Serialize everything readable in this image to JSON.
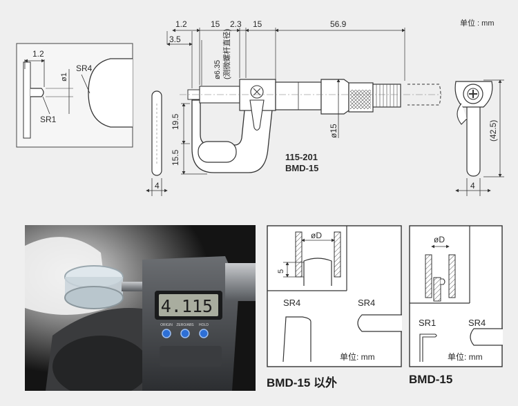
{
  "unit_label": "单位 : mm",
  "top_drawing": {
    "model": "115-201",
    "code": "BMD-15",
    "dims": {
      "d1_2": "1.2",
      "d15_a": "15",
      "d2_3": "2.3",
      "d15_b": "15",
      "d56_9": "56.9",
      "d3_5": "3.5",
      "d6_35": "ø6.35",
      "spindle_note": "(测微螺杆直径)",
      "d19_5": "19.5",
      "d15_5": "15.5",
      "d4_left": "4",
      "d15_dia": "ø15",
      "d42_5": "(42.5)",
      "d4_right": "4"
    },
    "detail": {
      "d1_2": "1.2",
      "d1": "ø1",
      "sr4": "SR4",
      "sr1": "SR1"
    }
  },
  "photo": {
    "display_value": "4.115",
    "button_origin": "ORIGIN",
    "button_zero": "ZERO/ABS",
    "button_hold": "HOLD"
  },
  "panel_other": {
    "od_label": "øD",
    "five_label": "5",
    "sr4_left": "SR4",
    "sr4_right": "SR4",
    "unit": "单位: mm",
    "caption": "BMD-15 以外"
  },
  "panel_bmd": {
    "od_label": "øD",
    "sr1": "SR1",
    "sr4": "SR4",
    "unit": "单位: mm",
    "caption": "BMD-15"
  }
}
